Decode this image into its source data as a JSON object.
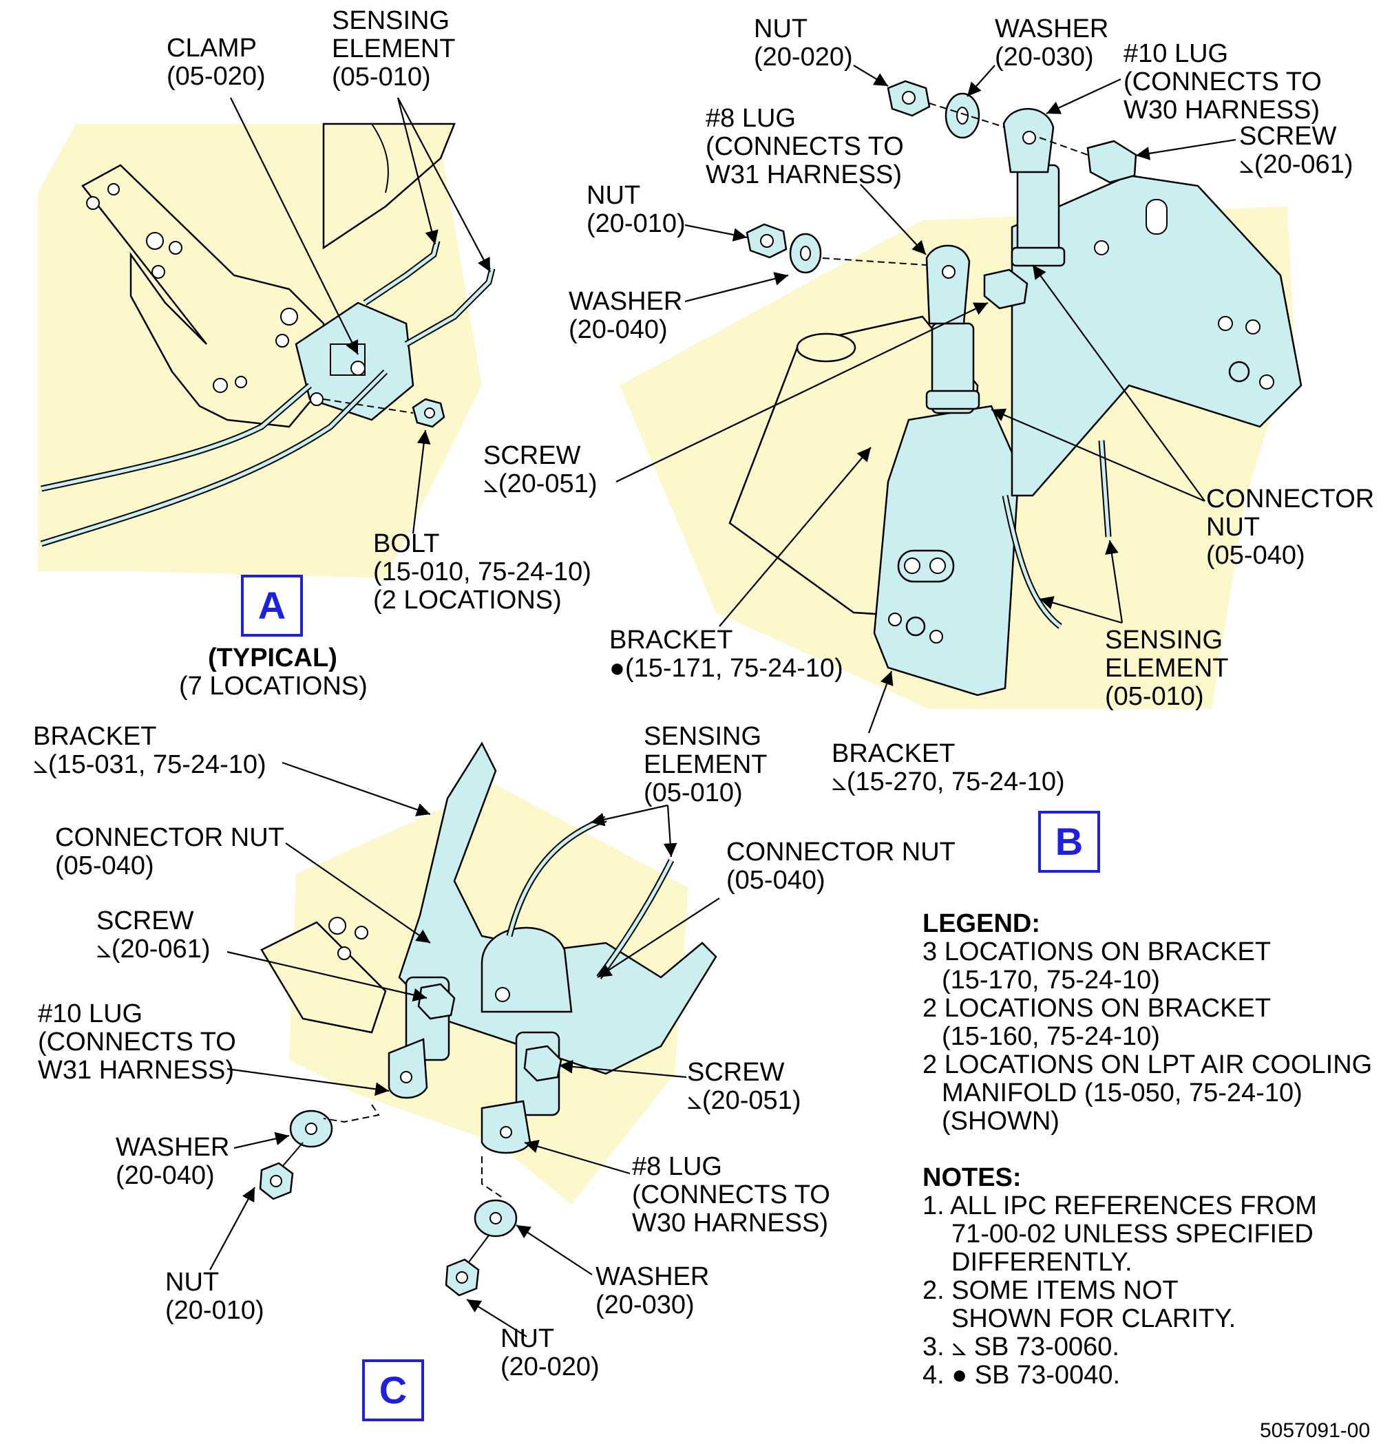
{
  "colors": {
    "background_fill": "#fcf8cc",
    "part_fill": "#cbeef0",
    "line": "#000000",
    "view_label": "#1f1fe0"
  },
  "views": {
    "a": {
      "tag": "A",
      "typical": "(TYPICAL)",
      "locations": "(7 LOCATIONS)",
      "labels": {
        "clamp": [
          "CLAMP",
          "(05-020)"
        ],
        "sensing": [
          "SENSING",
          "ELEMENT",
          "(05-010)"
        ],
        "bolt": [
          "BOLT",
          "(15-010, 75-24-10)",
          "(2 LOCATIONS)"
        ]
      }
    },
    "b": {
      "tag": "B",
      "labels": {
        "nut_20_020": [
          "NUT",
          "(20-020)"
        ],
        "washer_20_030": [
          "WASHER",
          "(20-030)"
        ],
        "lug10": [
          "#10 LUG",
          "(CONNECTS TO",
          "W30 HARNESS)"
        ],
        "screw_20_061": [
          "SCREW",
          "⦣(20-061)"
        ],
        "lug8": [
          "#8 LUG",
          "(CONNECTS TO",
          "W31 HARNESS)"
        ],
        "nut_20_010": [
          "NUT",
          "(20-010)"
        ],
        "washer_20_040": [
          "WASHER",
          "(20-040)"
        ],
        "screw_20_051": [
          "SCREW",
          "⦣(20-051)"
        ],
        "connector_nut": [
          "CONNECTOR",
          "NUT",
          "(05-040)"
        ],
        "bracket_15_171": [
          "BRACKET",
          "●(15-171, 75-24-10)"
        ],
        "sensing": [
          "SENSING",
          "ELEMENT",
          "(05-010)"
        ],
        "bracket_15_270": [
          "BRACKET",
          "⦣(15-270, 75-24-10)"
        ]
      }
    },
    "c": {
      "tag": "C",
      "labels": {
        "bracket_15_031": [
          "BRACKET",
          "⦣(15-031, 75-24-10)"
        ],
        "sensing": [
          "SENSING",
          "ELEMENT",
          "(05-010)"
        ],
        "connector_nut_left": [
          "CONNECTOR NUT",
          "(05-040)"
        ],
        "connector_nut_right": [
          "CONNECTOR NUT",
          "(05-040)"
        ],
        "screw_20_061": [
          "SCREW",
          "⦣(20-061)"
        ],
        "lug10": [
          "#10 LUG",
          "(CONNECTS TO",
          "W31 HARNESS)"
        ],
        "screw_20_051": [
          "SCREW",
          "⦣(20-051)"
        ],
        "washer_20_040": [
          "WASHER",
          "(20-040)"
        ],
        "lug8": [
          "#8 LUG",
          "(CONNECTS TO",
          "W30 HARNESS)"
        ],
        "nut_20_010": [
          "NUT",
          "(20-010)"
        ],
        "washer_20_030": [
          "WASHER",
          "(20-030)"
        ],
        "nut_20_020": [
          "NUT",
          "(20-020)"
        ]
      }
    }
  },
  "legend": {
    "title": "LEGEND:",
    "items": [
      [
        "3 LOCATIONS ON BRACKET",
        "(15-170, 75-24-10)"
      ],
      [
        "2 LOCATIONS ON BRACKET",
        "(15-160, 75-24-10)"
      ],
      [
        "2 LOCATIONS ON LPT AIR COOLING",
        "MANIFOLD (15-050, 75-24-10)",
        "(SHOWN)"
      ]
    ]
  },
  "notes": {
    "title": "NOTES:",
    "items": [
      [
        "1. ALL IPC REFERENCES FROM",
        "71-00-02 UNLESS SPECIFIED",
        "DIFFERENTLY."
      ],
      [
        "2. SOME ITEMS NOT",
        "SHOWN FOR CLARITY."
      ],
      [
        "3. ⦣ SB 73-0060."
      ],
      [
        "4. ● SB 73-0040."
      ]
    ]
  },
  "document_number": "5057091-00"
}
